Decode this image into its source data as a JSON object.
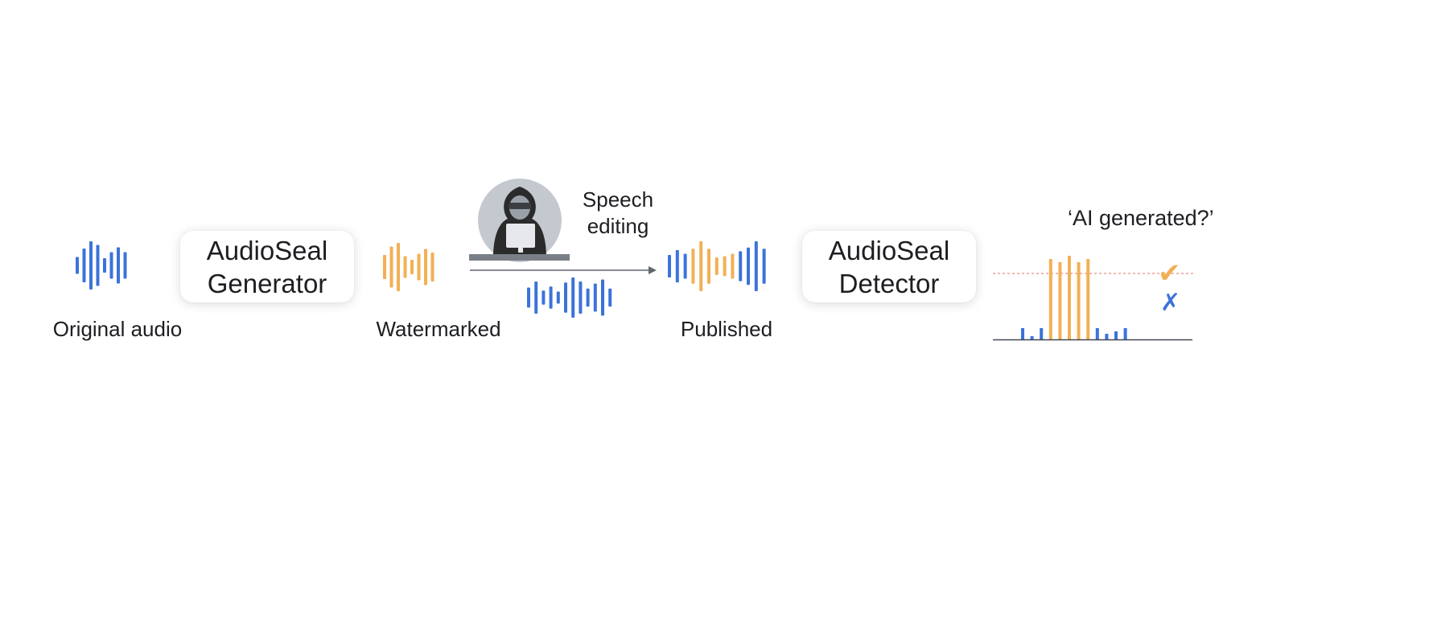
{
  "colors": {
    "blue": "#3b73d9",
    "orange": "#f2b055",
    "text": "#1c1e21",
    "box_shadow": "rgba(0,0,0,0.14)",
    "arrow": "#606770",
    "threshold": "#e0735e",
    "hacker_bg": "#c4c8cf",
    "hacker_body": "#2b2b2b",
    "laptop": "#e6e8eb",
    "laptop_base": "#7a7f87"
  },
  "labels": {
    "original_audio": "Original audio",
    "watermarked": "Watermarked",
    "published": "Published",
    "speech_line1": "Speech",
    "speech_line2": "editing",
    "ai_generated": "‘AI generated?’"
  },
  "generator_box": {
    "line1": "AudioSeal",
    "line2": "Generator"
  },
  "detector_box": {
    "line1": "AudioSeal",
    "line2": "Detector"
  },
  "icons": {
    "hacker": "hooded-hacker-icon",
    "check": "checkmark-icon",
    "cross": "cross-icon"
  },
  "marks": {
    "check": "✔",
    "cross": "✗"
  },
  "waveforms": {
    "original": {
      "colors": [
        "blue",
        "blue",
        "blue",
        "blue",
        "blue",
        "blue",
        "blue",
        "blue"
      ],
      "heights": [
        0.35,
        0.7,
        1.0,
        0.85,
        0.3,
        0.55,
        0.75,
        0.55
      ]
    },
    "watermarked": {
      "colors": [
        "orange",
        "orange",
        "orange",
        "orange",
        "orange",
        "orange",
        "orange",
        "orange"
      ],
      "heights": [
        0.5,
        0.85,
        1.0,
        0.45,
        0.3,
        0.55,
        0.75,
        0.6
      ]
    },
    "edit": {
      "colors": [
        "blue",
        "blue",
        "blue",
        "blue",
        "blue",
        "blue",
        "blue",
        "blue",
        "blue",
        "blue",
        "blue",
        "blue"
      ],
      "heights": [
        0.5,
        0.8,
        0.35,
        0.55,
        0.3,
        0.75,
        1.0,
        0.8,
        0.45,
        0.7,
        0.9,
        0.45
      ]
    },
    "published": {
      "colors": [
        "blue",
        "blue",
        "blue",
        "orange",
        "orange",
        "orange",
        "orange",
        "orange",
        "orange",
        "blue",
        "blue",
        "blue",
        "blue"
      ],
      "heights": [
        0.45,
        0.65,
        0.5,
        0.7,
        1.0,
        0.7,
        0.35,
        0.4,
        0.5,
        0.6,
        0.75,
        1.0,
        0.7
      ]
    }
  },
  "detector_output": {
    "threshold": 0.8,
    "bars": [
      {
        "value": 0.14,
        "color": "blue"
      },
      {
        "value": 0.04,
        "color": "blue"
      },
      {
        "value": 0.14,
        "color": "blue"
      },
      {
        "value": 1.0,
        "color": "orange"
      },
      {
        "value": 0.96,
        "color": "orange"
      },
      {
        "value": 1.04,
        "color": "orange"
      },
      {
        "value": 0.96,
        "color": "orange"
      },
      {
        "value": 1.0,
        "color": "orange"
      },
      {
        "value": 0.14,
        "color": "blue"
      },
      {
        "value": 0.07,
        "color": "blue"
      },
      {
        "value": 0.1,
        "color": "blue"
      },
      {
        "value": 0.14,
        "color": "blue"
      }
    ]
  }
}
